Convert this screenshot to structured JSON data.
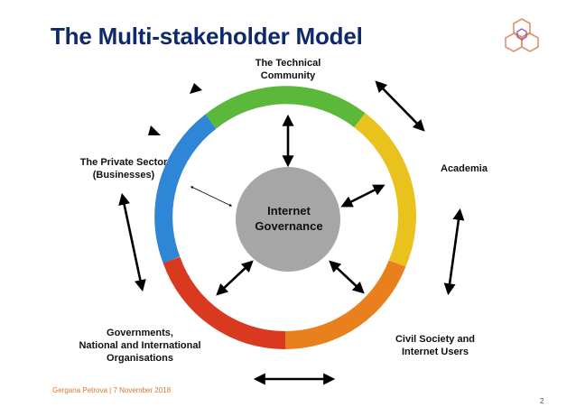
{
  "slide": {
    "title": "The Multi-stakeholder Model",
    "footer": "Gergana Petrova | 7 November 2018",
    "page_number": "2"
  },
  "center": {
    "lines": [
      "Internet",
      "Governance"
    ],
    "color": "#a6a6a6"
  },
  "stakeholders": {
    "technical": [
      "The Technical",
      "Community"
    ],
    "academia": [
      "Academia"
    ],
    "civil": [
      "Civil Society and",
      "Internet Users"
    ],
    "governments": [
      "Governments,",
      "National and International",
      "Organisations"
    ],
    "private": [
      "The Private Sector",
      "(Businesses)"
    ]
  },
  "ring_colors": {
    "green": "#5cb83a",
    "yellow": "#e9c21e",
    "orange": "#e8801e",
    "red": "#d9391e",
    "blue": "#2f86d6"
  },
  "logo": {
    "name": "ripe-ncc-cube-logo-icon",
    "color": "#e0906a"
  }
}
